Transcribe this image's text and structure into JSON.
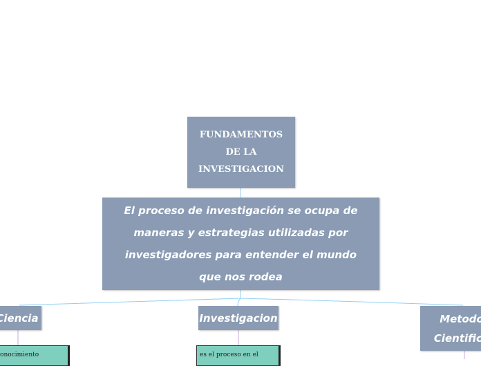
{
  "root": {
    "title": "FUNDAMENTOS DE LA INVESTIGACION"
  },
  "main": {
    "text": "El proceso de investigación se ocupa de maneras y estrategias utilizadas por investigadores para entender el mundo que nos rodea"
  },
  "branches": [
    {
      "label": "Ciencia",
      "detail": "conocimiento"
    },
    {
      "label": "Investigacion",
      "detail": "es el proceso en el"
    },
    {
      "label": "Metodo Cientifico"
    }
  ],
  "colors": {
    "node": "#8a9bb3",
    "leaf": "#7fcfbf",
    "connector": "#8fd0f0",
    "sub_connector": "#c7a8d8"
  }
}
